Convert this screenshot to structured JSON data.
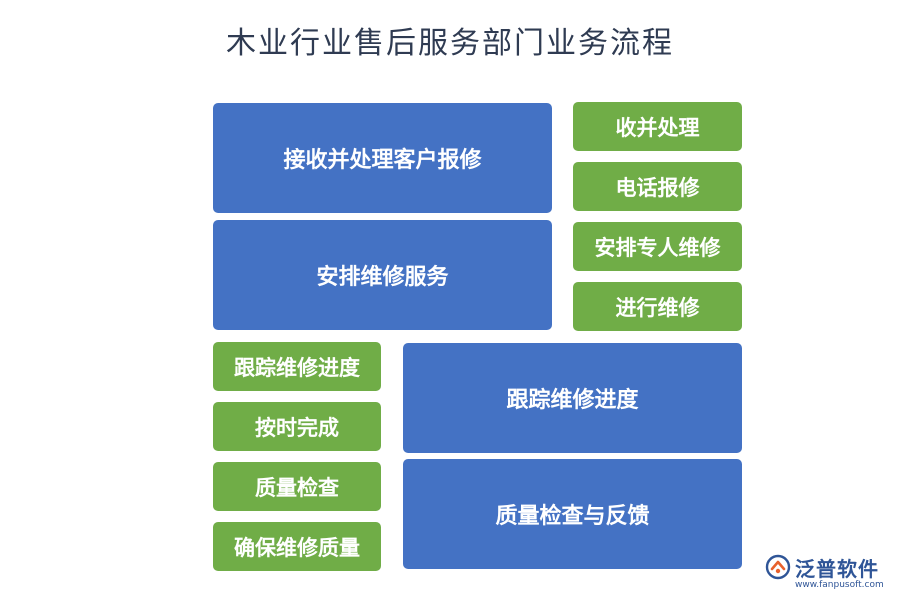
{
  "title": "木业行业售后服务部门业务流程",
  "blocks": {
    "main1": "接收并处理客户报修",
    "main2": "安排维修服务",
    "main3": "跟踪维修进度",
    "main4": "质量检查与反馈"
  },
  "steps": {
    "s1": "收并处理",
    "s2": "电话报修",
    "s3": "安排专人维修",
    "s4": "进行维修",
    "s5": "跟踪维修进度",
    "s6": "按时完成",
    "s7": "质量检查",
    "s8": "确保维修质量"
  },
  "logo": {
    "name": "泛普软件",
    "url": "www.fanpusoft.com"
  },
  "colors": {
    "blue": "#4472c4",
    "green": "#70ad47",
    "title": "#2f3b52",
    "logo": "#2f5597",
    "logo_accent": "#e8612c"
  }
}
